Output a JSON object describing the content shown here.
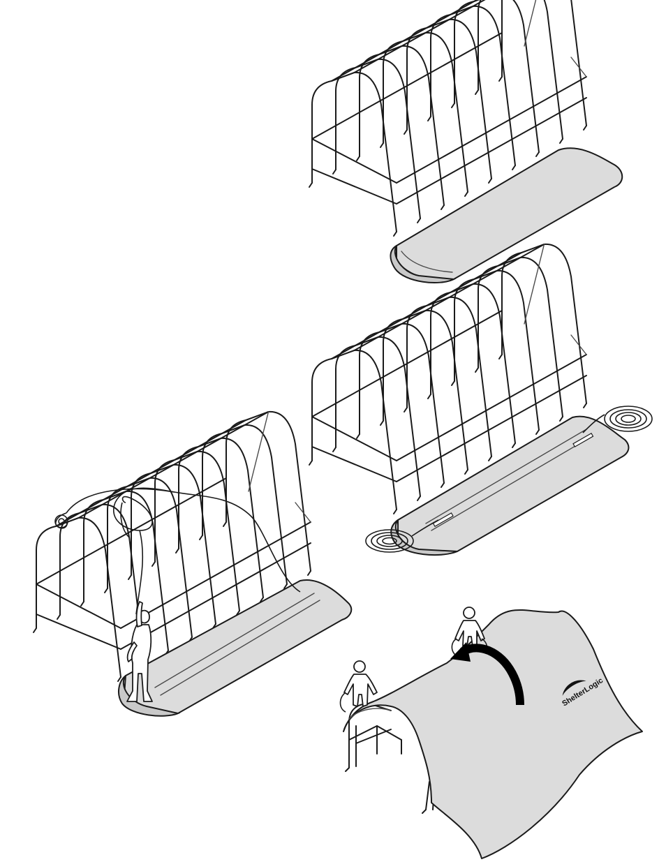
{
  "logo": {
    "brand_text": "ShelterLogic",
    "tagline": ""
  },
  "colors": {
    "frame": "#1a1a1a",
    "tarp": "#dcdcdc",
    "arrow": "#000000",
    "background": "#ffffff"
  },
  "steps": [
    {
      "id": "step-1",
      "description_visible": false
    },
    {
      "id": "step-2",
      "description_visible": false
    },
    {
      "id": "step-3",
      "description_visible": false
    },
    {
      "id": "step-4",
      "description_visible": false
    }
  ]
}
